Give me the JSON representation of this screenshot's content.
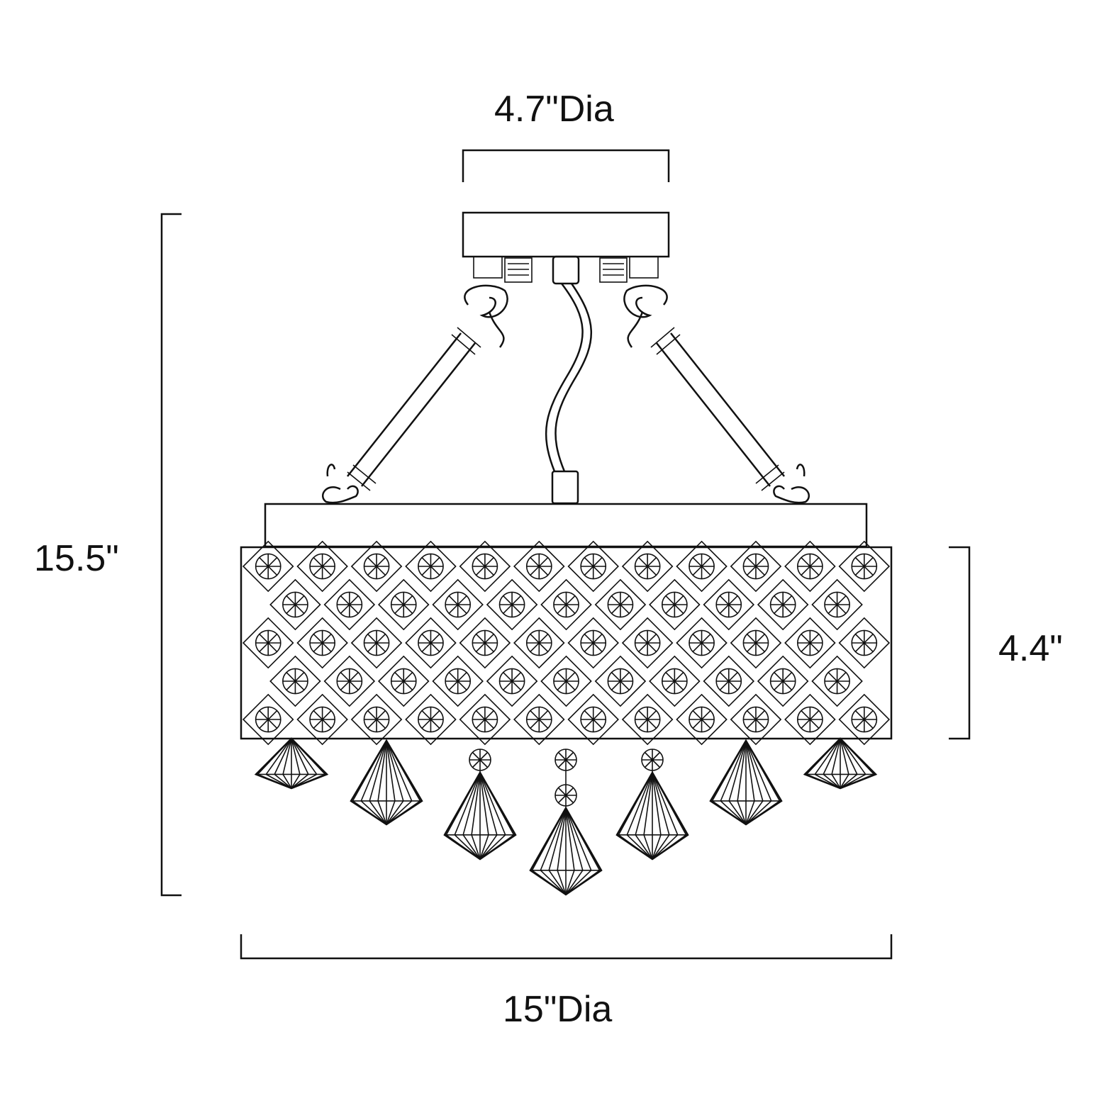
{
  "dimensions": {
    "canopy_diameter": "4.7\"Dia",
    "overall_height": "15.5\"",
    "shade_height": "4.4\"",
    "overall_diameter": "15\"Dia"
  },
  "drawing": {
    "pattern_columns": 12,
    "pattern_rows": 5,
    "pendant_count": 7
  }
}
